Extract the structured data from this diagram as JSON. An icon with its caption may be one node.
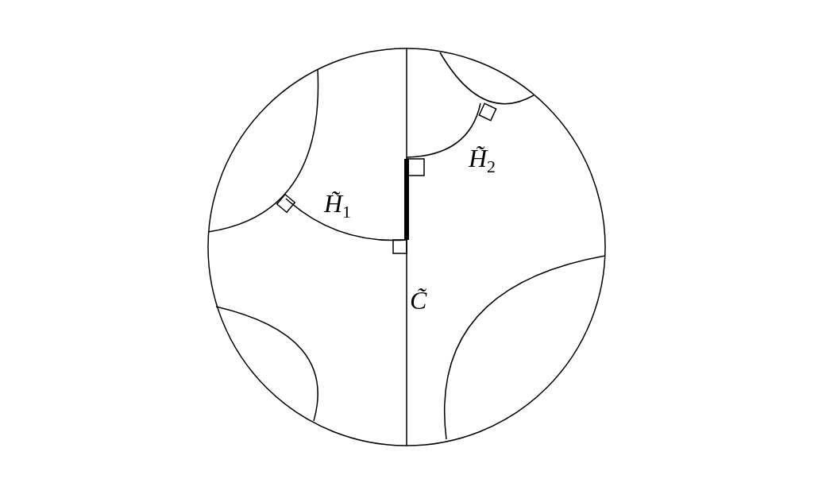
{
  "diagram": {
    "labels": [
      "H̃$_{1}$",
      "H̃$_{2}$",
      "C̃"
    ]
  }
}
